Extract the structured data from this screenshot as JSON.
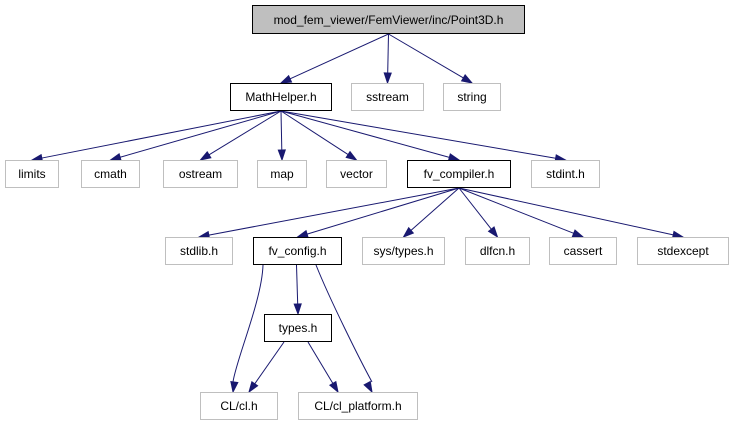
{
  "colors": {
    "edge": "#191970",
    "root_fill": "#bfbfbf",
    "external_border": "#bfbfbf",
    "local_border": "#000000"
  },
  "nodes": {
    "root": {
      "label": "mod_fem_viewer/FemViewer/inc/Point3D.h",
      "kind": "root"
    },
    "mathhelper": {
      "label": "MathHelper.h",
      "kind": "local"
    },
    "sstream": {
      "label": "sstream",
      "kind": "external"
    },
    "string": {
      "label": "string",
      "kind": "external"
    },
    "limits": {
      "label": "limits",
      "kind": "external"
    },
    "cmath": {
      "label": "cmath",
      "kind": "external"
    },
    "ostream": {
      "label": "ostream",
      "kind": "external"
    },
    "map": {
      "label": "map",
      "kind": "external"
    },
    "vector": {
      "label": "vector",
      "kind": "external"
    },
    "fv_compiler": {
      "label": "fv_compiler.h",
      "kind": "local"
    },
    "stdint": {
      "label": "stdint.h",
      "kind": "external"
    },
    "stdlib": {
      "label": "stdlib.h",
      "kind": "external"
    },
    "fv_config": {
      "label": "fv_config.h",
      "kind": "local"
    },
    "systypes": {
      "label": "sys/types.h",
      "kind": "external"
    },
    "dlfcn": {
      "label": "dlfcn.h",
      "kind": "external"
    },
    "cassert": {
      "label": "cassert",
      "kind": "external"
    },
    "stdexcept": {
      "label": "stdexcept",
      "kind": "external"
    },
    "types": {
      "label": "types.h",
      "kind": "local"
    },
    "clcl": {
      "label": "CL/cl.h",
      "kind": "external"
    },
    "cl_platform": {
      "label": "CL/cl_platform.h",
      "kind": "external"
    }
  },
  "edges": [
    [
      "root",
      "mathhelper"
    ],
    [
      "root",
      "sstream"
    ],
    [
      "root",
      "string"
    ],
    [
      "mathhelper",
      "limits"
    ],
    [
      "mathhelper",
      "cmath"
    ],
    [
      "mathhelper",
      "ostream"
    ],
    [
      "mathhelper",
      "map"
    ],
    [
      "mathhelper",
      "vector"
    ],
    [
      "mathhelper",
      "fv_compiler"
    ],
    [
      "mathhelper",
      "stdint"
    ],
    [
      "fv_compiler",
      "stdlib"
    ],
    [
      "fv_compiler",
      "fv_config"
    ],
    [
      "fv_compiler",
      "systypes"
    ],
    [
      "fv_compiler",
      "dlfcn"
    ],
    [
      "fv_compiler",
      "cassert"
    ],
    [
      "fv_compiler",
      "stdexcept"
    ],
    [
      "fv_config",
      "types"
    ],
    [
      "fv_config",
      "clcl"
    ],
    [
      "fv_config",
      "cl_platform"
    ],
    [
      "types",
      "clcl"
    ],
    [
      "types",
      "cl_platform"
    ]
  ]
}
